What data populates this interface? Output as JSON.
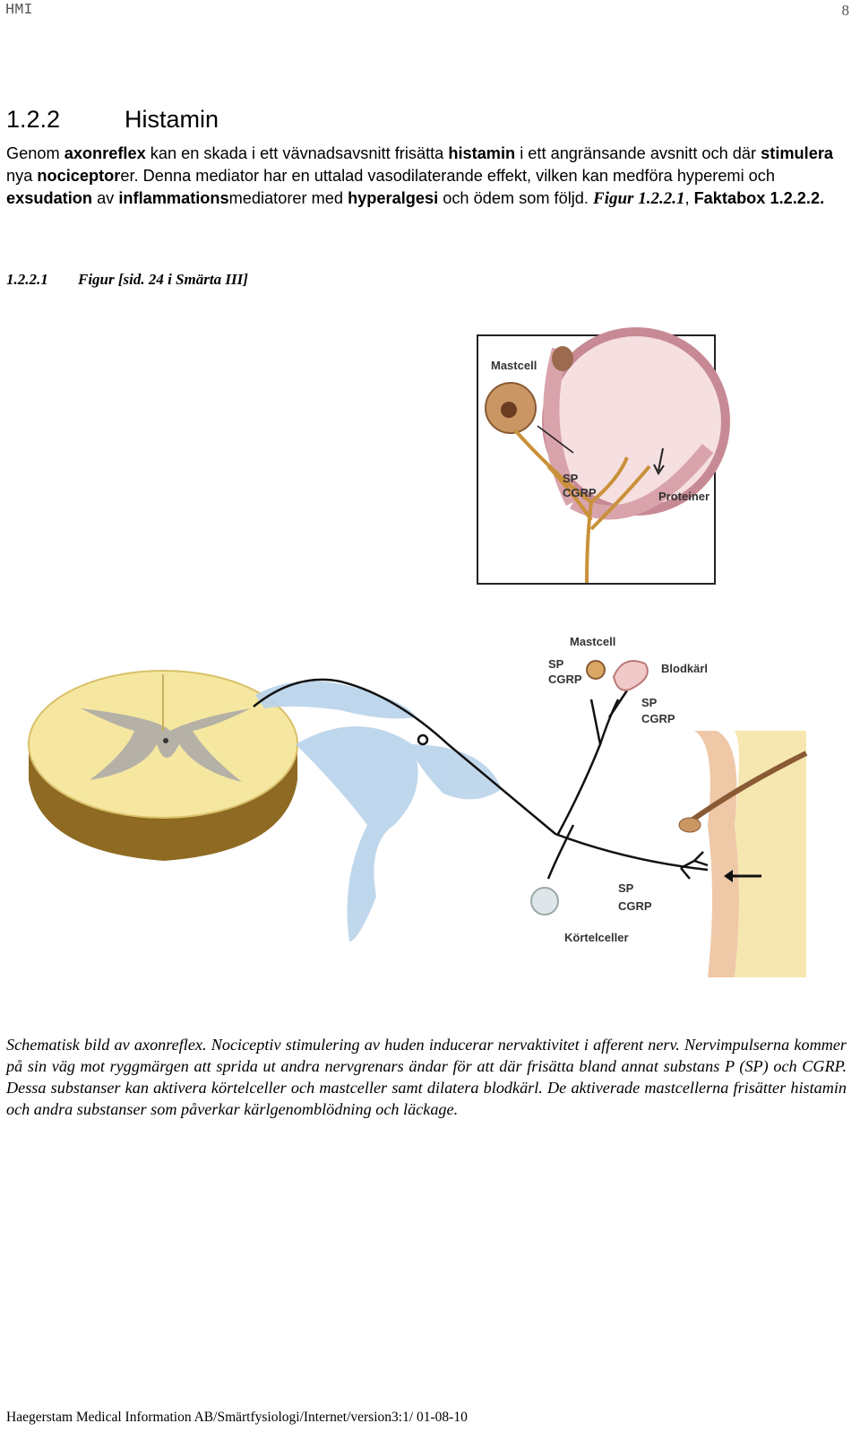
{
  "header": {
    "left": "HMI",
    "page_number": "8"
  },
  "section": {
    "number": "1.2.2",
    "title": "Histamin"
  },
  "paragraph": {
    "t1": "Genom ",
    "b1": "axonreflex",
    "t2": " kan en skada i ett vävnadsavsnitt frisätta ",
    "b2": "histamin",
    "t3": " i ett angränsande avsnitt och där ",
    "b3": "stimulera",
    "t4": " nya ",
    "b4": "nociceptor",
    "t5": "er. Denna mediator har en uttalad vasodilaterande effekt, vilken kan medföra hyperemi och ",
    "b5": "exsudation",
    "t6": " av ",
    "b6": "inflammations",
    "t7": "mediatorer med ",
    "b7": "hyperalgesi",
    "t8": " och ödem som följd. ",
    "i1": "Figur 1.2.2.1",
    "t9": ", ",
    "b8": "Faktabox 1.2.2.2."
  },
  "figure_heading": {
    "number": "1.2.2.1",
    "title": "Figur [sid. 24 i Smärta III]"
  },
  "figure_labels": {
    "mastcell_top": "Mastcell",
    "sp_top": "SP",
    "cgrp_top": "CGRP",
    "proteiner": "Proteiner",
    "mastcell_mid": "Mastcell",
    "sp_left": "SP",
    "cgrp_left": "CGRP",
    "blodkarl": "Blodkärl",
    "sp_right": "SP",
    "cgrp_right": "CGRP",
    "sp_bottom": "SP",
    "cgrp_bottom": "CGRP",
    "kortelceller": "Körtelceller"
  },
  "caption": "Schematisk bild av axonreflex. Nociceptiv stimulering av huden inducerar nervaktivitet i afferent nerv. Nervimpulserna kommer på sin väg mot ryggmärgen att sprida ut andra nervgrenars ändar för att där frisätta bland annat substans P (SP) och CGRP. Dessa substanser kan aktivera körtelceller och mastceller samt dilatera blodkärl. De aktiverade mastcellerna frisätter histamin och andra substanser som påverkar kärlgenomblödning och läckage.",
  "footer": "Haegerstam Medical Information AB/Smärtfysiologi/Internet/version3:1/ 01-08-10"
}
